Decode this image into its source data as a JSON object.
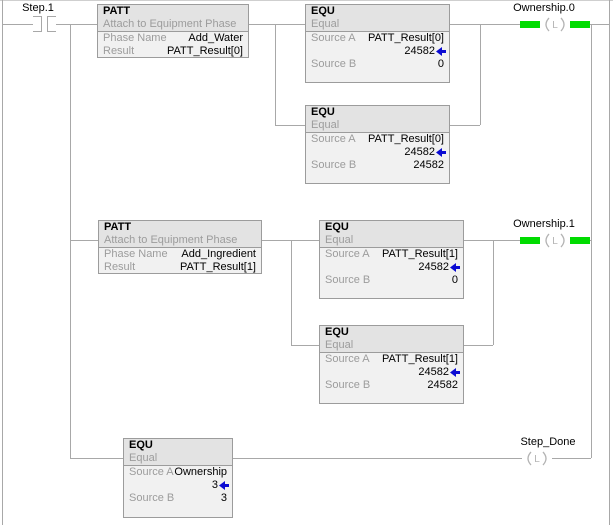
{
  "colors": {
    "wire": "#a8a8a8",
    "blockborder": "#9c9c9c",
    "hdrbg": "#e3e3e3",
    "bodybg": "#f1f1f1",
    "muted": "#9c9c9c",
    "green": "#00dc00",
    "coilgray": "#b4b4b4",
    "blue": "#0a0ad2",
    "bg": "#ffffff"
  },
  "rung": {
    "contact": {
      "tag": "Step.1"
    },
    "patt1": {
      "mnemonic": "PATT",
      "desc": "Attach to Equipment Phase",
      "param1_label": "Phase Name",
      "param1_value": "Add_Water",
      "param2_label": "Result",
      "param2_value": "PATT_Result[0]"
    },
    "patt2": {
      "mnemonic": "PATT",
      "desc": "Attach to Equipment Phase",
      "param1_label": "Phase Name",
      "param1_value": "Add_Ingredient",
      "param2_label": "Result",
      "param2_value": "PATT_Result[1]"
    },
    "equ1": {
      "mnemonic": "EQU",
      "desc": "Equal",
      "a_label": "Source A",
      "a_tag": "PATT_Result[0]",
      "a_value": "24582",
      "b_label": "Source B",
      "b_value": "0"
    },
    "equ2": {
      "mnemonic": "EQU",
      "desc": "Equal",
      "a_label": "Source A",
      "a_tag": "PATT_Result[0]",
      "a_value": "24582",
      "b_label": "Source B",
      "b_value": "24582"
    },
    "equ3": {
      "mnemonic": "EQU",
      "desc": "Equal",
      "a_label": "Source A",
      "a_tag": "PATT_Result[1]",
      "a_value": "24582",
      "b_label": "Source B",
      "b_value": "0"
    },
    "equ4": {
      "mnemonic": "EQU",
      "desc": "Equal",
      "a_label": "Source A",
      "a_tag": "PATT_Result[1]",
      "a_value": "24582",
      "b_label": "Source B",
      "b_value": "24582"
    },
    "equ5": {
      "mnemonic": "EQU",
      "desc": "Equal",
      "a_label": "Source A",
      "a_tag": "Ownership",
      "a_value": "3",
      "b_label": "Source B",
      "b_value": "3"
    },
    "coil1": {
      "tag": "Ownership.0",
      "letter": "L",
      "energized": true
    },
    "coil2": {
      "tag": "Ownership.1",
      "letter": "L",
      "energized": true
    },
    "coil3": {
      "tag": "Step_Done",
      "letter": "L",
      "energized": false
    }
  }
}
